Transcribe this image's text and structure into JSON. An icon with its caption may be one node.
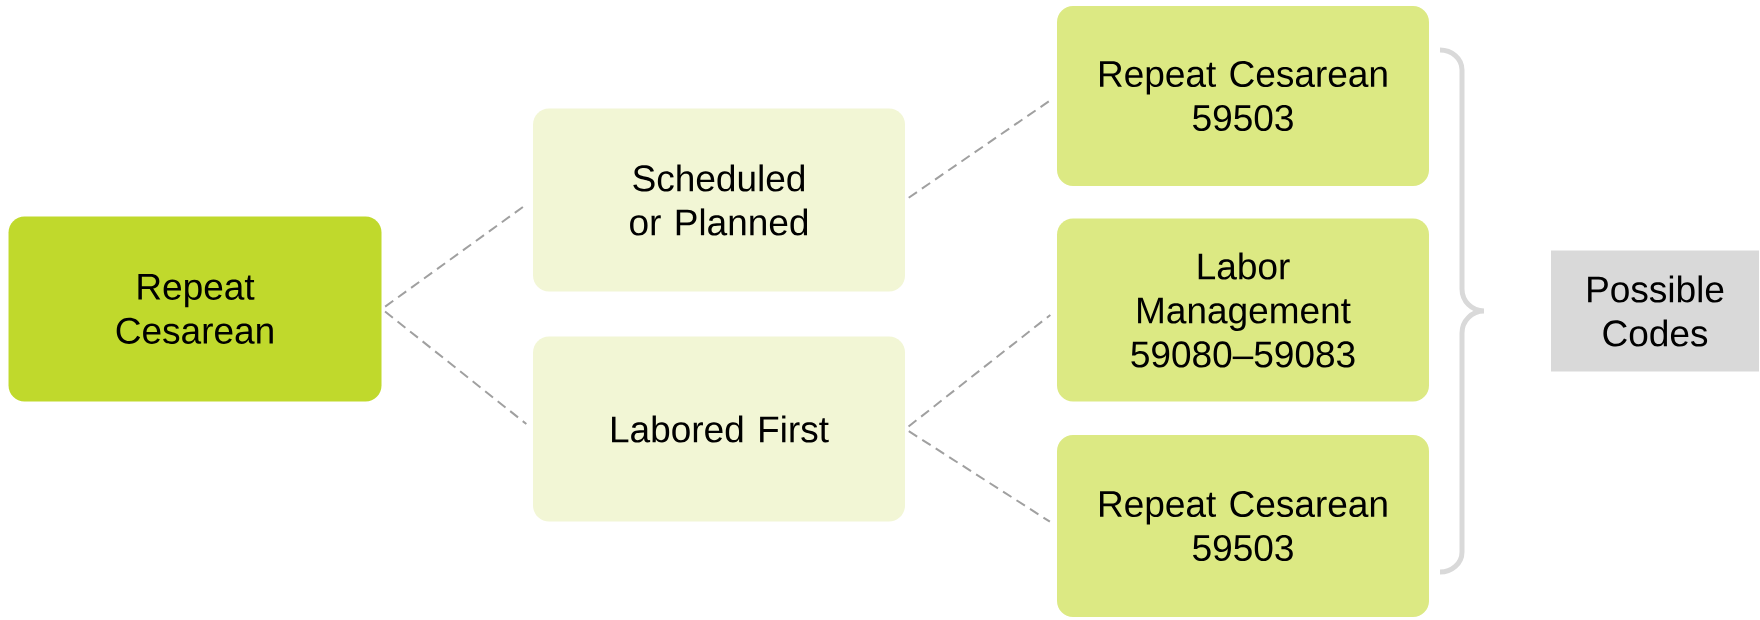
{
  "diagram": {
    "nodes": [
      {
        "text": [
          "Repeat Cesarean"
        ]
      },
      {
        "text": [
          "Scheduled or Planned"
        ]
      },
      {
        "text": [
          "Labored First"
        ]
      },
      {
        "text": [
          "Repeat Cesarean",
          "59503"
        ]
      },
      {
        "text": [
          "Labor Management",
          "59080–59083"
        ]
      },
      {
        "text": [
          "Repeat Cesarean",
          "59503"
        ]
      },
      {
        "text": [
          "Possible Codes"
        ]
      }
    ],
    "edges": [
      {
        "from": 0,
        "to": 1,
        "arrow": "none"
      },
      {
        "from": 0,
        "to": 2,
        "arrow": "none"
      },
      {
        "from": 1,
        "to": 3,
        "arrow": "none"
      },
      {
        "from": 2,
        "to": 4,
        "arrow": "none"
      },
      {
        "from": 2,
        "to": 5,
        "arrow": "none"
      }
    ]
  }
}
